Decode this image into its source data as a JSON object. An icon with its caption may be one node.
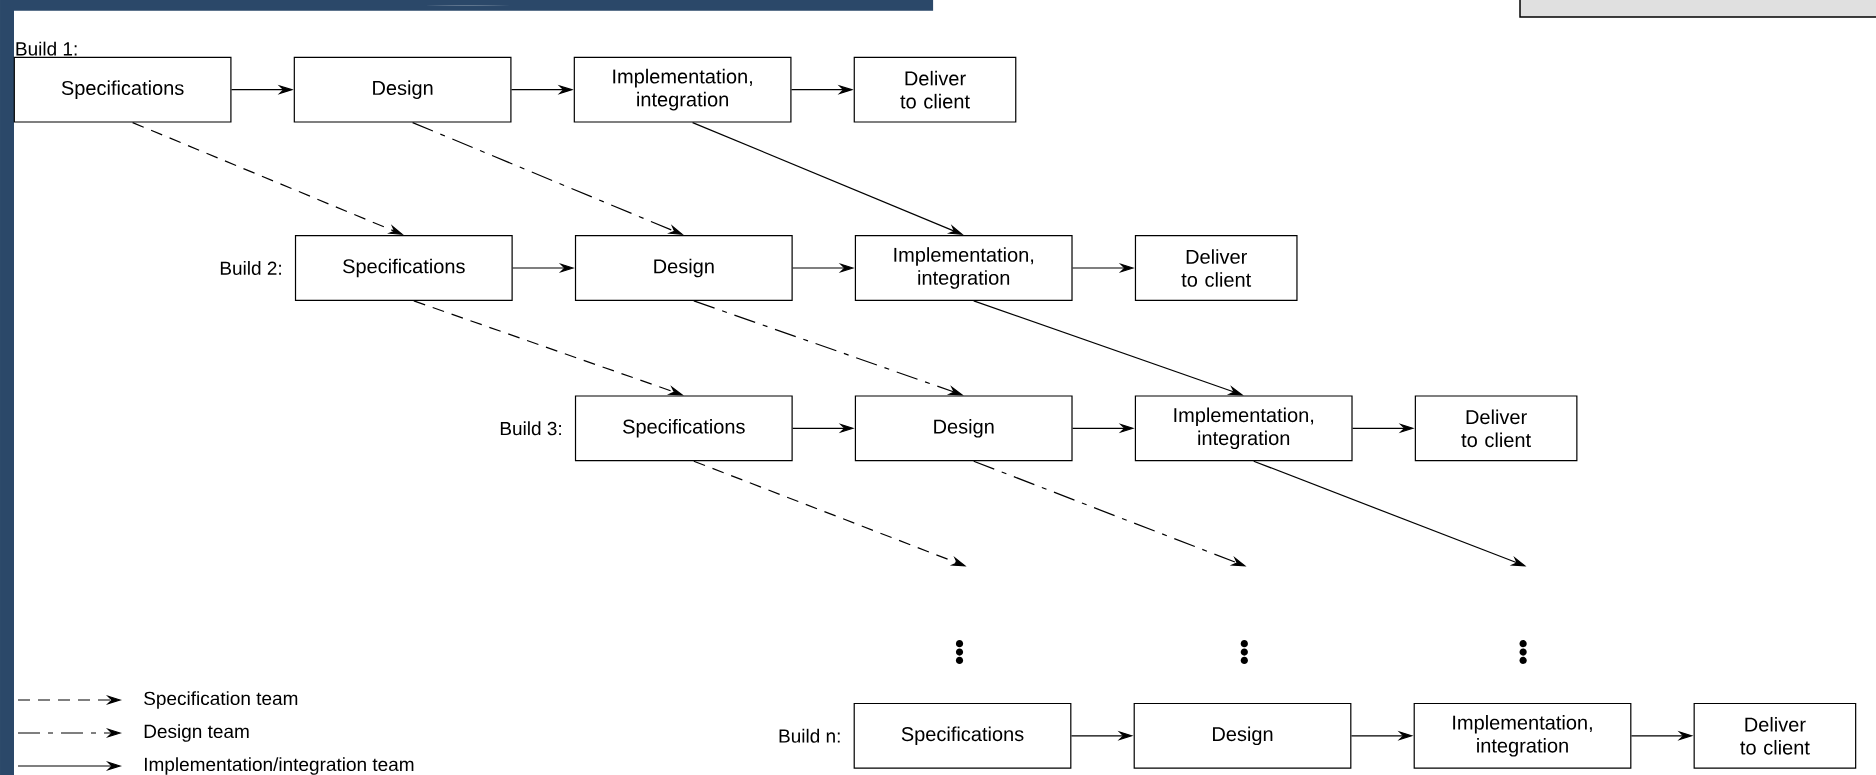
{
  "diagram": {
    "nodes": [
      {
        "text": [
          "Specifications"
        ],
        "beside": [
          "Build 1:"
        ]
      },
      {
        "text": [
          "Design"
        ]
      },
      {
        "text": [
          "Implementation, integration"
        ]
      },
      {
        "text": [
          "Deliver to client"
        ]
      },
      {
        "text": [
          "Specifications"
        ],
        "beside": [
          "Build 2:"
        ]
      },
      {
        "text": [
          "Design"
        ]
      },
      {
        "text": [
          "Implementation, integration"
        ]
      },
      {
        "text": [
          "Deliver to client"
        ]
      },
      {
        "text": [
          "Specifications"
        ],
        "beside": [
          "Build 3:"
        ]
      },
      {
        "text": [
          "Design"
        ]
      },
      {
        "text": [
          "Implementation, integration"
        ]
      },
      {
        "text": [
          "Deliver to client"
        ]
      },
      {
        "text": [
          "Specifications"
        ],
        "beside": [
          "Build n:"
        ]
      },
      {
        "text": [
          "Design"
        ]
      },
      {
        "text": [
          "Implementation, integration"
        ]
      },
      {
        "text": [
          "Deliver to client"
        ]
      }
    ],
    "edges": [
      {
        "from": 0,
        "to": 1,
        "arrow": "to"
      },
      {
        "from": 1,
        "to": 2,
        "arrow": "to"
      },
      {
        "from": 2,
        "to": 3,
        "arrow": "to"
      },
      {
        "from": 0,
        "to": 4,
        "arrow": "to",
        "style": "dashed"
      },
      {
        "from": 1,
        "to": 5,
        "arrow": "to",
        "style": "dashed"
      },
      {
        "from": 2,
        "to": 6,
        "arrow": "to"
      },
      {
        "from": 4,
        "to": 5,
        "arrow": "to"
      },
      {
        "from": 5,
        "to": 6,
        "arrow": "to"
      },
      {
        "from": 6,
        "to": 7,
        "arrow": "to"
      },
      {
        "from": 4,
        "to": 8,
        "arrow": "to",
        "style": "dashed"
      },
      {
        "from": 5,
        "to": 9,
        "arrow": "to",
        "style": "dashed"
      },
      {
        "from": 6,
        "to": 10,
        "arrow": "to"
      },
      {
        "from": 8,
        "to": 9,
        "arrow": "to"
      },
      {
        "from": 9,
        "to": 10,
        "arrow": "to"
      },
      {
        "from": 10,
        "to": 11,
        "arrow": "to"
      },
      {
        "from": 8,
        "to": null,
        "arrow": "to",
        "style": "dashed"
      },
      {
        "from": 9,
        "to": null,
        "arrow": "to",
        "style": "dashed"
      },
      {
        "from": 10,
        "to": null,
        "arrow": "to"
      },
      {
        "from": 12,
        "to": 13,
        "arrow": "to"
      },
      {
        "from": 13,
        "to": 14,
        "arrow": "to"
      },
      {
        "from": 14,
        "to": 15,
        "arrow": "to"
      }
    ],
    "legend": [
      {
        "text": "Specification team"
      },
      {
        "text": "Design team"
      },
      {
        "text": "Implementation/integration team"
      }
    ]
  }
}
